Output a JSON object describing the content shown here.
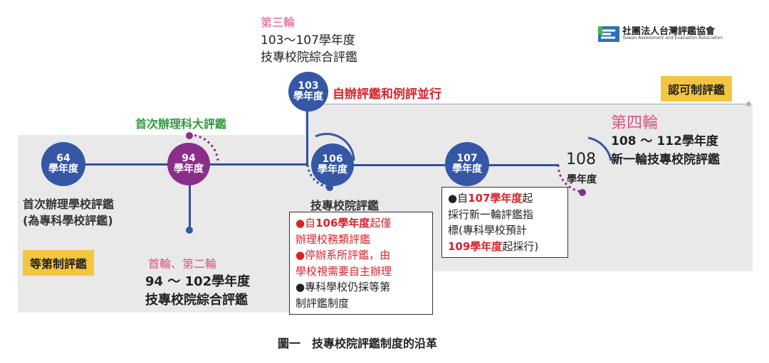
{
  "title": "圖一　技專校院評鑑制度的沿革",
  "logo": {
    "name": "社團法人台灣評鑑協會",
    "subtitle": "Taiwan Assessment and Evaluation Association"
  },
  "badges": {
    "left": "等第制評鑑",
    "right": "認可制評鑑"
  },
  "rounds": {
    "third_label": "第三輪",
    "third_years": "103～107學年度",
    "third_name": "技專校院綜合評鑑",
    "first_second_label": "首輪、第二輪",
    "first_second_years": "94 ～ 102學年度",
    "first_second_name": "技專校院綜合評鑑",
    "fourth_label": "第四輪",
    "fourth_years": "108 ～ 112學年度",
    "fourth_name": "新一輪技專校院評鑑"
  },
  "milestones": {
    "y64": {
      "num": "64",
      "unit": "學年度",
      "caption_1": "首次辦理學校評鑑",
      "caption_2": "(為專科學校評鑑)"
    },
    "y94": {
      "num": "94",
      "unit": "學年度",
      "caption": "首次辦理科大評鑑"
    },
    "y103": {
      "num": "103",
      "unit": "學年度",
      "caption": "自辦評鑑和例評並行"
    },
    "y106": {
      "num": "106",
      "unit": "學年度",
      "caption": "技專校院評鑑"
    },
    "y107": {
      "num": "107",
      "unit": "學年度"
    },
    "y108": {
      "num": "108",
      "unit": "學年度"
    }
  },
  "box106": {
    "l1a": "●自",
    "l1b": "106學年度",
    "l1c": "起僅",
    "l2": "辦理校務類評鑑",
    "l3": "●停辦系所評鑑，由",
    "l4": "學校視需要自主辦理",
    "l5": "●專科學校仍採等第",
    "l6": "制評鑑制度"
  },
  "box107": {
    "l1a": "●自",
    "l1b": "107學年度",
    "l1c": "起",
    "l2": "採行新一輪評鑑指",
    "l3": "標(專科學校預計",
    "l4a": "109學年度",
    "l4b": "起採行)"
  },
  "colors": {
    "blue": "#3557a6",
    "purple": "#8b2e8a",
    "red": "#d6232a",
    "green": "#2e9a3c",
    "pink": "#d9577f",
    "gold": "#f4c63f"
  }
}
